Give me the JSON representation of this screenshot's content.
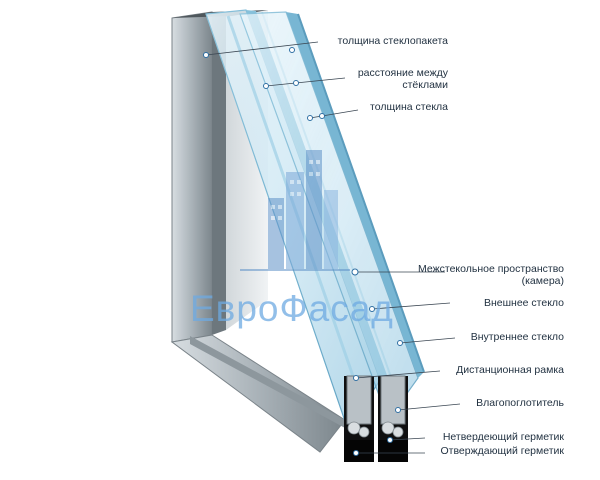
{
  "brand": {
    "watermark_text": "ЕвроФасад",
    "accent_color": "#5aa0e0"
  },
  "labels": {
    "unit_thickness": "толщина стеклопакета",
    "glass_distance_line1": "расстояние между",
    "glass_distance_line2": "стёклами",
    "glass_thickness": "толщина стекла",
    "chamber_line1": "Межстекольное пространство",
    "chamber_line2": "(камера)",
    "outer_glass": "Внешнее стекло",
    "inner_glass": "Внутреннее стекло",
    "spacer_frame": "Дистанционная рамка",
    "desiccant": "Влагопоглотитель",
    "nonhardening_sealant": "Нетвердеющий герметик",
    "hardening_sealant": "Отверждающий герметик"
  },
  "colors": {
    "glass": "#bfe0ef",
    "glass_edge": "#7fb8d4",
    "frame": "#9aa4ab",
    "frame_dark": "#5b646a",
    "sealant": "#111111",
    "leader": "#1f2f3f"
  }
}
